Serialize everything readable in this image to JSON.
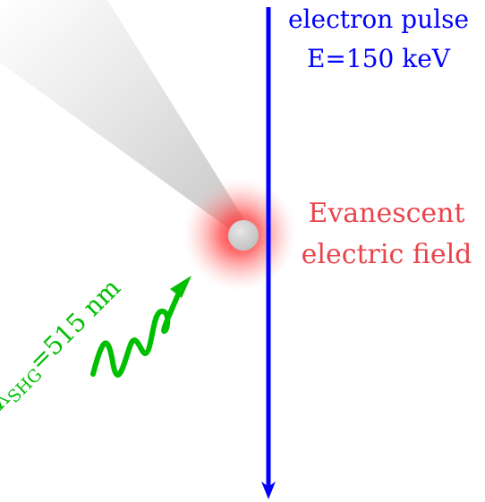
{
  "colors": {
    "electron_beam": "#0000ff",
    "laser": "#00bf00",
    "field_text": "#e8444a",
    "field_glow": "#ff3b3b",
    "tip_grey": "#cfcfcf",
    "cone_grey": "#d0d0d0"
  },
  "electron": {
    "line1": "electron pulse",
    "line2": "E=150 keV"
  },
  "field": {
    "line1": "Evanescent",
    "line2": "electric field"
  },
  "laser": {
    "symbol": "λ",
    "subscript": "SHG",
    "value": "=515 nm"
  },
  "icons": {
    "beam": "down-arrow-icon",
    "tip": "nanotip-icon",
    "wave": "wavy-arrow-icon"
  }
}
